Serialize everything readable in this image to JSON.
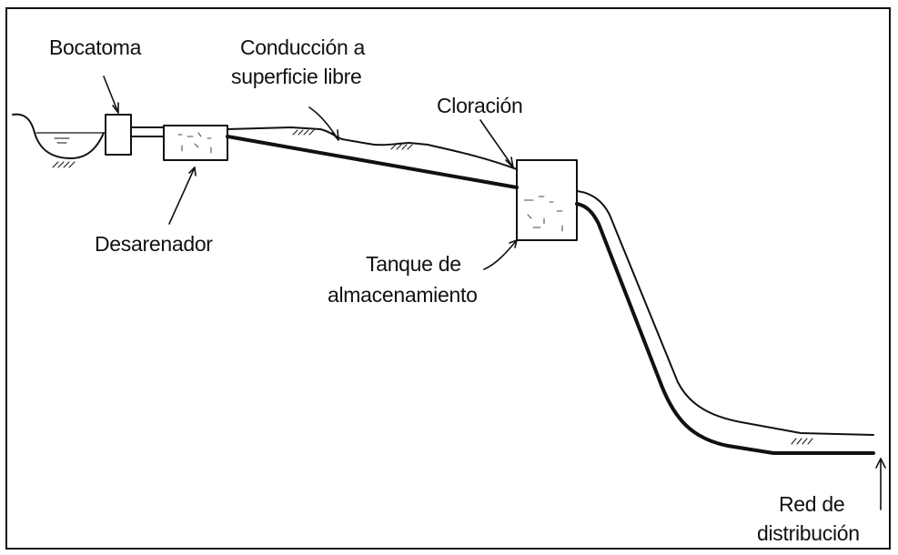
{
  "diagram": {
    "labels": {
      "bocatoma": "Bocatoma",
      "conduccion_line1": "Conducción a",
      "conduccion_line2": "superficie libre",
      "cloracion": "Cloración",
      "desarenador": "Desarenador",
      "tanque_line1": "Tanque de",
      "tanque_line2": "almacenamiento",
      "red_line1": "Red de",
      "red_line2": "distribución"
    },
    "colors": {
      "ink": "#111111",
      "background": "#ffffff"
    }
  }
}
